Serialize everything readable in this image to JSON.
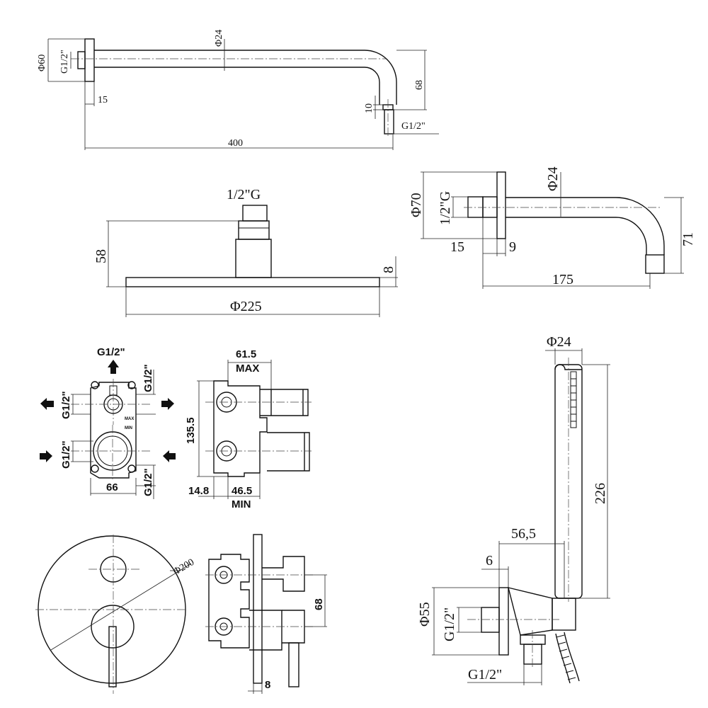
{
  "arm_top": {
    "d_flange": "Φ60",
    "thread_in": "G1/2\"",
    "d_tube": "Φ24",
    "flange_depth": "15",
    "height": "68",
    "outlet": "10",
    "thread_out": "G1/2\"",
    "length": "400"
  },
  "head": {
    "thread": "1/2\"G",
    "height": "58",
    "thickness": "8",
    "diameter": "Φ225"
  },
  "arm_mid": {
    "d_flange": "Φ70",
    "thread": "1/2\"G",
    "d_tube": "Φ24",
    "depth": "15",
    "flange": "9",
    "height": "71",
    "length": "175"
  },
  "valve_front": {
    "top_thread": "G1/2\"",
    "thread_right_top": "G1/2\"",
    "thread_left_top": "G1/2\"",
    "thread_left_bottom": "G1/2\"",
    "thread_right_bottom": "G1/2\"",
    "width": "66",
    "max": "MAX",
    "min": "MIN"
  },
  "valve_side": {
    "max_depth": "61.5",
    "max_label": "MAX",
    "height": "135.5",
    "plaster": "14.8",
    "min_depth": "46.5",
    "min_label": "MIN"
  },
  "plate": {
    "diameter": "Φ200",
    "offset": "68",
    "thickness": "8"
  },
  "hand": {
    "d": "Φ24",
    "length": "226",
    "projection": "56,5",
    "gap": "6",
    "d_plate": "Φ55",
    "thread_in": "G1/2\"",
    "thread_out": "G1/2\""
  }
}
